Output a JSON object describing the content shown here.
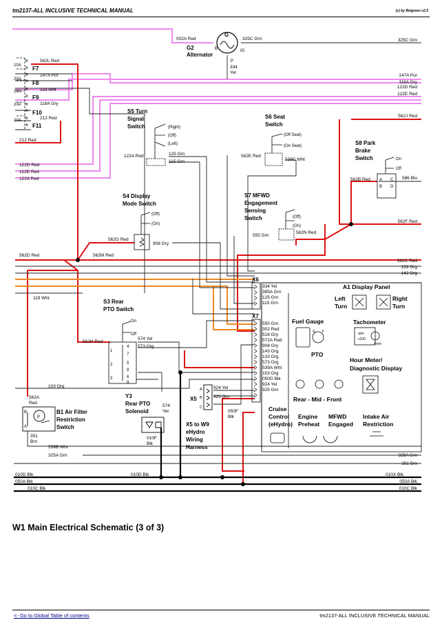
{
  "header": {
    "title": "tm2137-ALL INCLUSIVE TECHNICAL MANUAL",
    "brand": "(c) by Belgreen v2.5"
  },
  "components": {
    "g2": [
      "G",
      "G2",
      "Alternator",
      "B",
      "P",
      "IG"
    ],
    "s5": [
      "S5 Turn",
      "Signal",
      "Switch",
      "(Right)",
      "(Off)",
      "(Left)"
    ],
    "s6": [
      "S6 Seat",
      "Switch",
      "(Off Seat)",
      "(On Seat)"
    ],
    "s8": [
      "S8 Park",
      "Brake",
      "Switch",
      "On",
      "Off",
      "A",
      "B",
      "C",
      "D"
    ],
    "s4": [
      "S4 Display",
      "Mode Switch",
      "(Off)",
      "(On)"
    ],
    "s7": [
      "S7 MFWD",
      "Engagement",
      "Sensing",
      "Switch",
      "(Off)",
      "(On)"
    ],
    "s3": [
      "S3 Rear",
      "PTO Switch",
      "On",
      "Off",
      "4",
      "7",
      "5",
      "8",
      "6",
      "9",
      "1",
      "2",
      "3"
    ],
    "b1": [
      "B1 Air Filter",
      "Restriction",
      "Switch",
      "P",
      "B",
      "A"
    ],
    "y3": [
      "Y3",
      "Rear PTO",
      "Solenoid"
    ],
    "x5": [
      "X5",
      "X5 to W9",
      "eHydro",
      "Wiring",
      "Harness",
      "A",
      "B",
      "C"
    ],
    "connectors": [
      "X6",
      "X7"
    ],
    "fuses": [
      "10A",
      "20A",
      "20A",
      "20A",
      "20A",
      "F7",
      "F8",
      "F9",
      "F10",
      "F11",
      "B",
      "A",
      "B",
      "A",
      "B",
      "A",
      "B",
      "A",
      "B",
      "A"
    ]
  },
  "display_panel": {
    "title": "A1 Display Panel",
    "labels": [
      "Left",
      "Turn",
      "Right",
      "Turn",
      "Fuel Gauge",
      "Tachometer",
      "PTO",
      "Hour Meter/",
      "Diagnostic Display",
      "Rear - Mid - Front",
      "Cruise",
      "Control",
      "(eHydro)",
      "Engine",
      "Preheat",
      "MFWD",
      "Engaged",
      "Intake Air",
      "Restriction",
      "G",
      "F",
      "rpm",
      "x100",
      "r/min"
    ]
  },
  "wire_labels": {
    "top": [
      "002A Red",
      "325C Grn",
      "325C Grn",
      "334",
      "Yel",
      "562L Red",
      "147A Pur",
      "147A Pur",
      "118A Gry",
      "122D Red",
      "122E Red",
      "119 Wht",
      "118A Gry",
      "212 Red",
      "212 Red",
      "562J Red",
      "122A Red",
      "125 Grn",
      "115 Grn",
      "562E Red",
      "539C Wht",
      "562B Red",
      "586 Blu",
      "122D Red",
      "122E Red",
      "122A Red",
      "562F Red",
      "562G Red",
      "908 Gry",
      "555 Grn",
      "562N Red",
      "562D Red",
      "562M Red",
      "562C Red",
      "133 Org",
      "143 Org",
      "119 Wht"
    ],
    "x6": [
      "334 Yel",
      "385A Grn",
      "125 Grn",
      "115 Grn"
    ],
    "x7": [
      "555 Grn",
      "302 Red",
      "518 Gry",
      "572A Red",
      "908 Gry",
      "143 Org",
      "133 Org",
      "573 Org",
      "539A Wht",
      "103 Org",
      "050G Blk",
      "924 Yel",
      "925 Grn"
    ],
    "bottom": [
      "562H Red",
      "574 Yel",
      "573 Org",
      "103 Org",
      "562A",
      "Red",
      "574",
      "Yel",
      "924 Yel",
      "925 Grn",
      "050F",
      "Blk",
      "010F",
      "Blk",
      "351",
      "Brn",
      "539B Wht",
      "325A Grn",
      "325A Grn",
      "351 Brn",
      "010D Blk",
      "010D Blk",
      "010X Blk",
      "050A Blk",
      "050A Blk",
      "010C Blk",
      "010C Blk"
    ]
  },
  "caption": "W1 Main Electrical Schematic (3 of 3)",
  "footer": {
    "link": "<- Go to Global Table of contents",
    "title": "tm2137-ALL INCLUSIVE TECHNICAL MANUAL"
  }
}
